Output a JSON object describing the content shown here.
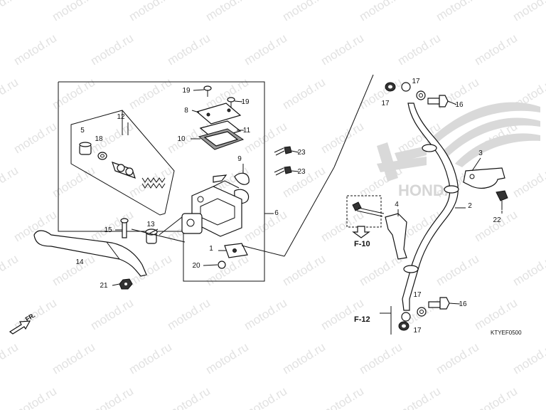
{
  "watermark": {
    "text": "motod.ru"
  },
  "diagram": {
    "callouts": [
      "1",
      "2",
      "3",
      "4",
      "5",
      "6",
      "8",
      "9",
      "10",
      "11",
      "12",
      "13",
      "14",
      "15",
      "16",
      "16",
      "17",
      "17",
      "17",
      "17",
      "18",
      "19",
      "19",
      "20",
      "21",
      "22",
      "23",
      "23"
    ],
    "refs": {
      "f10": "F-10",
      "f12": "F-12"
    },
    "direction_label": "FR.",
    "drawing_code": "KTYEF0500",
    "brand_logo_text": "HONDA"
  },
  "colors": {
    "line": "#111111",
    "watermark": "#e2e2e2",
    "logo": "#d6d6d6"
  }
}
